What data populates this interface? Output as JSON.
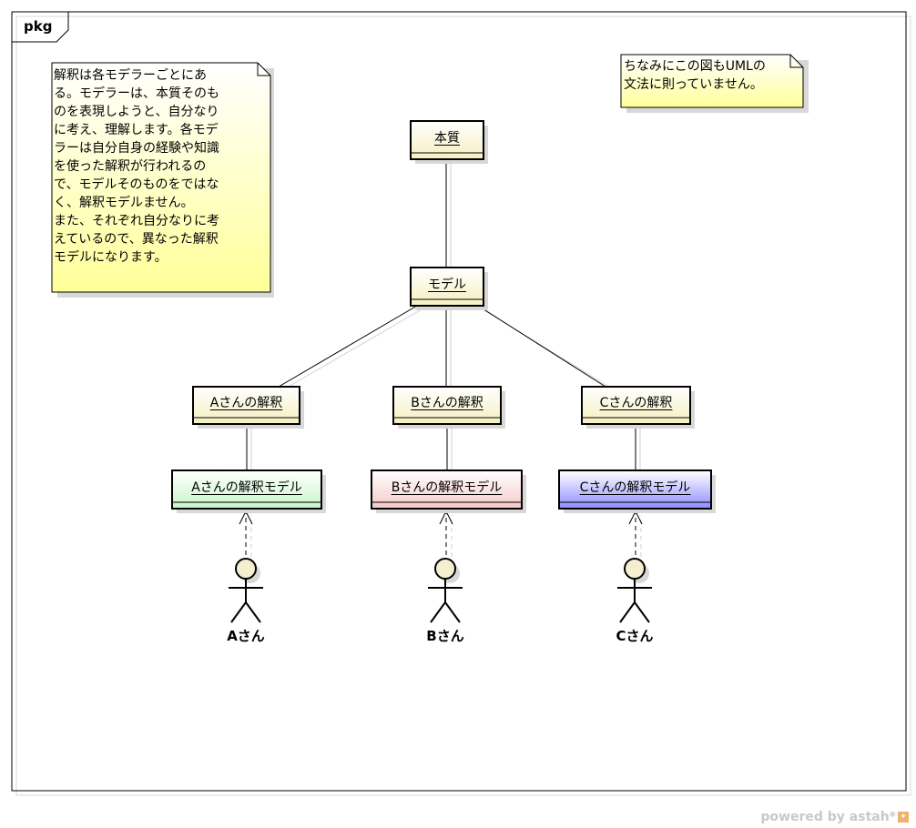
{
  "frame": {
    "label": "pkg"
  },
  "notes": {
    "left": "解釈は各モデラーごとにあ\nる。モデラーは、本質そのも\nのを表現しようと、自分なり\nに考え、理解します。各モデ\nラーは自分自身の経験や知識\nを使った解釈が行われるの\nで、モデルそのものをではな\nく、解釈モデルません。\nまた、それぞれ自分なりに考\nえているので、異なった解釈\nモデルになります。",
    "right": "ちなみにこの図もUMLの\n文法に則っていません。"
  },
  "nodes": {
    "essence": "本質",
    "model": "モデル",
    "interp_a": "Aさんの解釈",
    "interp_b": "Bさんの解釈",
    "interp_c": "Cさんの解釈",
    "imodel_a": "Aさんの解釈モデル",
    "imodel_b": "Bさんの解釈モデル",
    "imodel_c": "Cさんの解釈モデル"
  },
  "actors": {
    "a": "Aさん",
    "b": "Bさん",
    "c": "Cさん"
  },
  "colors": {
    "note_top": "#ffffff",
    "note_bottom": "#ffff99",
    "instance_top": "#ffffff",
    "instance_bottom": "#f5efbf",
    "imodel_a_bottom": "#c8f5c8",
    "imodel_b_bottom": "#f5c8c8",
    "imodel_c_bottom": "#8c8cff",
    "actor_head": "#f5efcf"
  },
  "footer": {
    "text": "powered by astah*"
  }
}
